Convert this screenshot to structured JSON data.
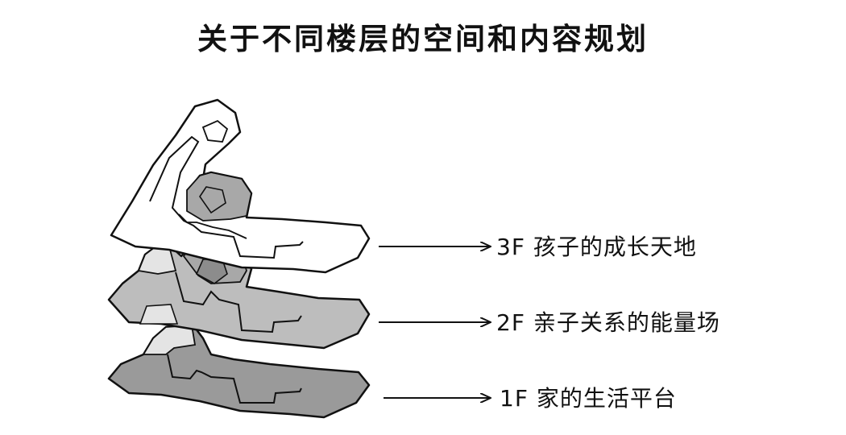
{
  "title": "关于不同楼层的空间和内容规划",
  "colors": {
    "floor_3": "#ffffff",
    "floor_2": "#bdbdbd",
    "floor_1": "#9a9a9a",
    "room_light": "#e4e4e4",
    "room_mid": "#a8a8a8",
    "room_dark": "#8c8c8c",
    "outline": "#111111"
  },
  "floors": [
    {
      "id": "3F",
      "label": "3F 孩子的成长天地"
    },
    {
      "id": "2F",
      "label": "2F 亲子关系的能量场"
    },
    {
      "id": "1F",
      "label": "1F 家的生活平台"
    }
  ]
}
